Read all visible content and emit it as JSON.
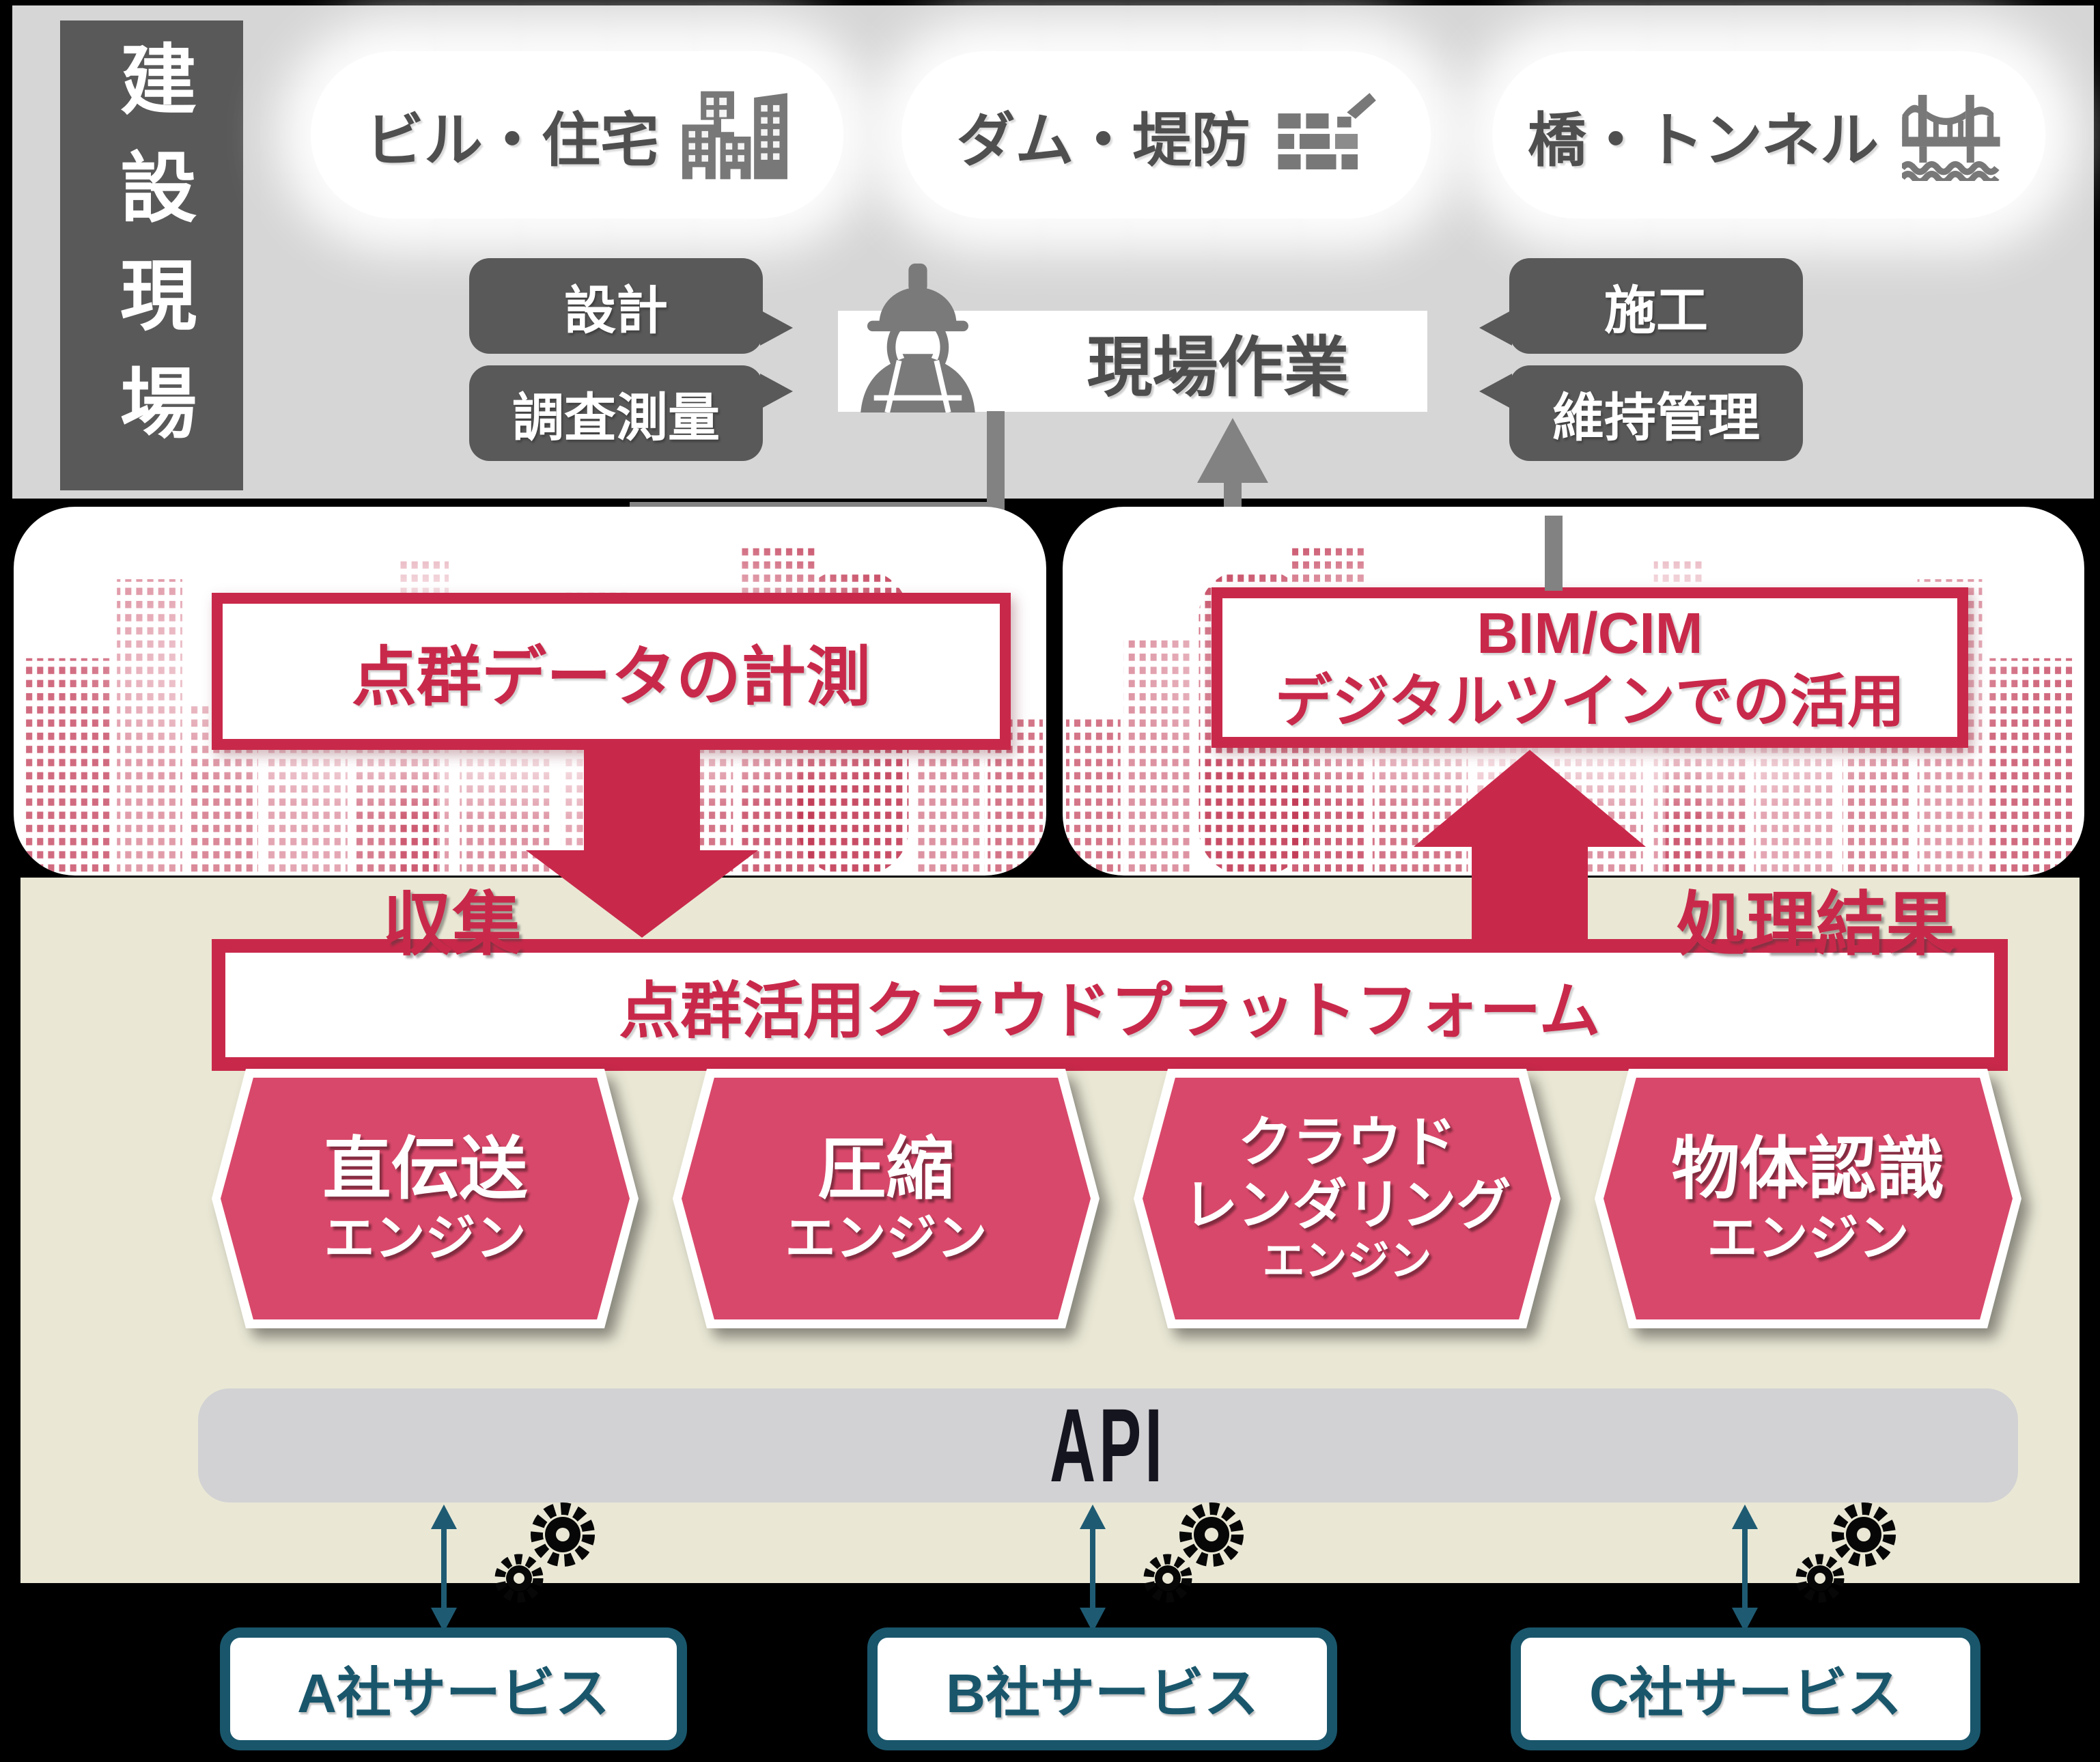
{
  "colors": {
    "accent_red": "#c8294a",
    "engine_pink": "#d8486a",
    "platform_beige": "#eae8d5",
    "band_gray": "#d6d6d6",
    "dark_gray": "#595959",
    "teal": "#1e5b73",
    "api_gray": "#d2d2d4"
  },
  "construction_site_label": "建設現場",
  "categories": [
    {
      "label": "ビル・住宅",
      "icon": "buildings-icon"
    },
    {
      "label": "ダム・堤防",
      "icon": "brick-wall-icon"
    },
    {
      "label": "橋・トンネル",
      "icon": "bridge-icon"
    }
  ],
  "process_tags": {
    "design": "設計",
    "survey": "調査測量",
    "construction": "施工",
    "maintenance": "維持管理"
  },
  "field_work": "現場作業",
  "measurement_box": "点群データの計測",
  "bimcim_box": {
    "line1": "BIM/CIM",
    "line2": "デジタルツインでの活用"
  },
  "flow_labels": {
    "collect": "収集",
    "result": "処理結果"
  },
  "platform_banner": "点群活用クラウドプラットフォーム",
  "engines": [
    {
      "l1": "直伝送",
      "l2": "エンジン",
      "l3": ""
    },
    {
      "l1": "圧縮",
      "l2": "エンジン",
      "l3": ""
    },
    {
      "l1": "クラウド",
      "l2": "レンダリング",
      "l3": "エンジン"
    },
    {
      "l1": "物体認識",
      "l2": "エンジン",
      "l3": ""
    }
  ],
  "api_label": "API",
  "services": [
    {
      "label": "A社サービス"
    },
    {
      "label": "B社サービス"
    },
    {
      "label": "C社サービス"
    }
  ]
}
